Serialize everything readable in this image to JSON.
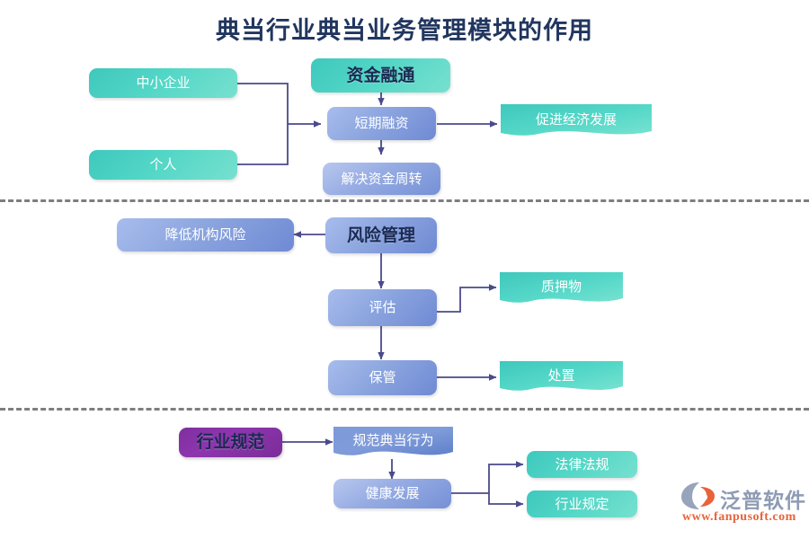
{
  "page": {
    "title": "典当行业典当业务管理模块的作用"
  },
  "sections": [
    {
      "name": "financing",
      "nodes": {
        "sme": "中小企业",
        "individual": "个人",
        "capital_circulation": "资金融通",
        "short_term_financing": "短期融资",
        "solve_capital_turnover": "解决资金周转",
        "promote_economic_development": "促进经济发展"
      }
    },
    {
      "name": "risk-management",
      "nodes": {
        "reduce_institution_risk": "降低机构风险",
        "risk_management": "风险管理",
        "assessment": "评估",
        "collateral": "质押物",
        "custody": "保管",
        "disposal": "处置"
      }
    },
    {
      "name": "industry-standards",
      "nodes": {
        "industry_standard": "行业规范",
        "standardize_pawn_behavior": "规范典当行为",
        "healthy_development": "健康发展",
        "laws_and_regulations": "法律法规",
        "industry_rules": "行业规定"
      }
    }
  ],
  "watermark": {
    "brand": "泛普软件",
    "url": "www.fanpusoft.com"
  },
  "colors": {
    "title": "#21365f",
    "teal": "#4bd0c2",
    "blue": "#8fa8e0",
    "purple": "#8e35ae",
    "connector": "#4a4a8c",
    "divider": "#7e7e82",
    "brand_text": "#8e9bb4",
    "brand_url": "#e8633a"
  },
  "icons": {
    "logo": "fanpusoft-logo-icon"
  }
}
